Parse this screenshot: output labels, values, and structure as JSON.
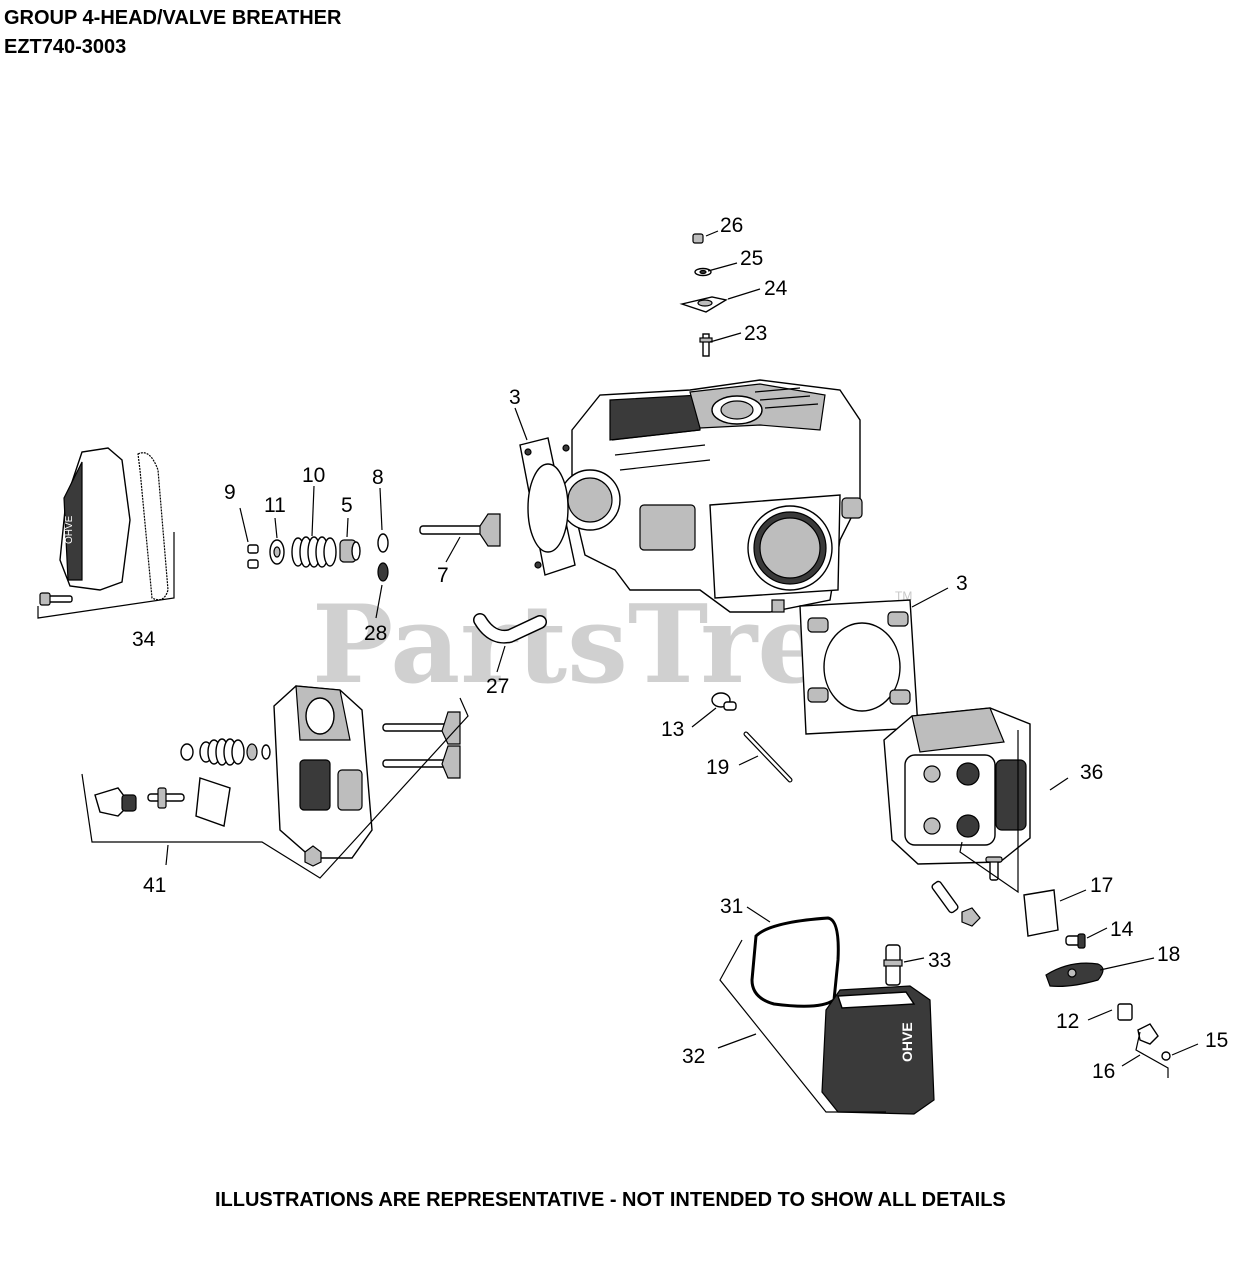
{
  "header": {
    "title": "GROUP 4-HEAD/VALVE BREATHER",
    "model": "EZT740-3003"
  },
  "watermark": {
    "text": "PartsTree",
    "tm": "TM"
  },
  "footer": {
    "note": "ILLUSTRATIONS ARE REPRESENTATIVE - NOT INTENDED TO SHOW ALL DETAILS"
  },
  "callouts": [
    {
      "id": "c26",
      "text": "26"
    },
    {
      "id": "c25",
      "text": "25"
    },
    {
      "id": "c24",
      "text": "24"
    },
    {
      "id": "c23",
      "text": "23"
    },
    {
      "id": "c3a",
      "text": "3"
    },
    {
      "id": "c3b",
      "text": "3"
    },
    {
      "id": "c9",
      "text": "9"
    },
    {
      "id": "c11",
      "text": "11"
    },
    {
      "id": "c10",
      "text": "10"
    },
    {
      "id": "c5",
      "text": "5"
    },
    {
      "id": "c8",
      "text": "8"
    },
    {
      "id": "c7",
      "text": "7"
    },
    {
      "id": "c28",
      "text": "28"
    },
    {
      "id": "c34",
      "text": "34"
    },
    {
      "id": "c27",
      "text": "27"
    },
    {
      "id": "c13",
      "text": "13"
    },
    {
      "id": "c19",
      "text": "19"
    },
    {
      "id": "c36",
      "text": "36"
    },
    {
      "id": "c41",
      "text": "41"
    },
    {
      "id": "c17",
      "text": "17"
    },
    {
      "id": "c31",
      "text": "31"
    },
    {
      "id": "c14",
      "text": "14"
    },
    {
      "id": "c33",
      "text": "33"
    },
    {
      "id": "c18",
      "text": "18"
    },
    {
      "id": "c12",
      "text": "12"
    },
    {
      "id": "c32",
      "text": "32"
    },
    {
      "id": "c15",
      "text": "15"
    },
    {
      "id": "c16",
      "text": "16"
    }
  ]
}
